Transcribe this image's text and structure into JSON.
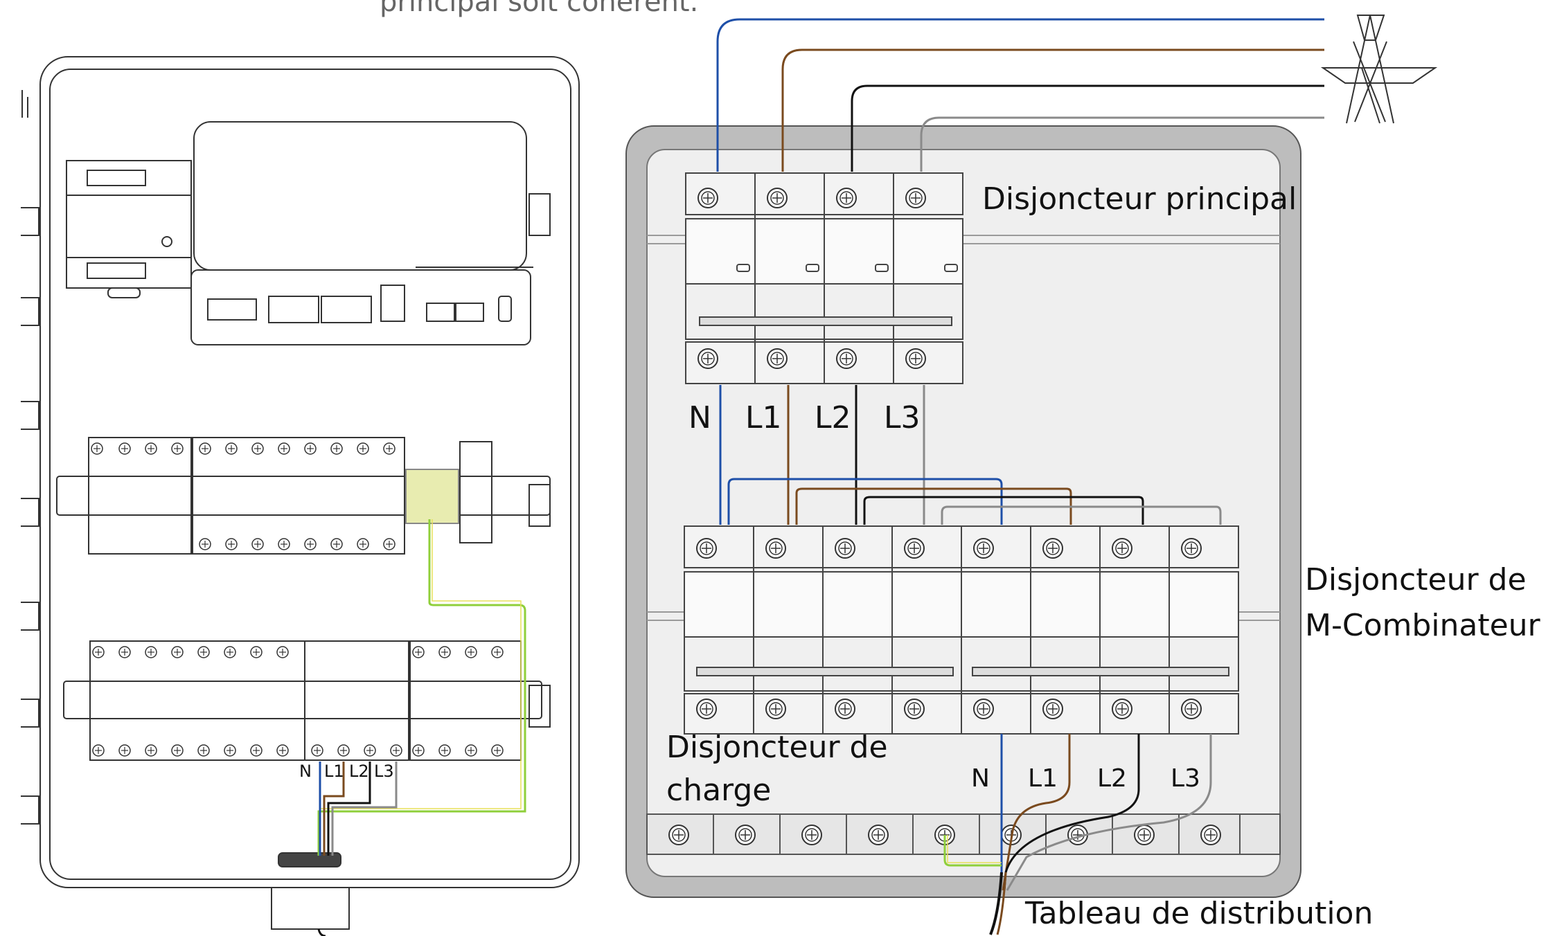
{
  "caption_top": "principal soit cohérent.",
  "main_breaker_label": "Disjoncteur principal",
  "combiner_label_line1": "Disjoncteur de",
  "combiner_label_line2": "M-Combinateur",
  "load_label_line1": "Disjoncteur de",
  "load_label_line2": "charge",
  "distribution_label": "Tableau de distribution",
  "phase_labels": [
    "N",
    "L1",
    "L2",
    "L3"
  ],
  "colors": {
    "neutral": "#1e4fa8",
    "l1": "#7a4a1e",
    "l2": "#111111",
    "l3": "#8a8a8a",
    "earth_green": "#8fcf3a",
    "earth_yellow": "#e8e05a",
    "panel_frame": "#bdbdbd",
    "panel_inner": "#efefef"
  },
  "icons": [
    "transmission-tower-icon",
    "terminal-screw-icon"
  ]
}
